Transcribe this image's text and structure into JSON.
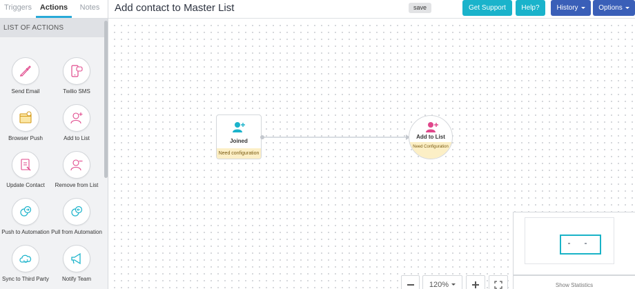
{
  "tabs": [
    {
      "label": "Triggers",
      "active": false
    },
    {
      "label": "Actions",
      "active": true
    },
    {
      "label": "Notes",
      "active": false
    }
  ],
  "sidebar": {
    "heading": "LIST OF ACTIONS",
    "actions": [
      {
        "label": "Send Email",
        "icon": "send-email-icon"
      },
      {
        "label": "Twilio SMS",
        "icon": "twilio-sms-icon"
      },
      {
        "label": "Browser Push",
        "icon": "browser-push-icon"
      },
      {
        "label": "Add to List",
        "icon": "add-to-list-icon"
      },
      {
        "label": "Update Contact",
        "icon": "update-contact-icon"
      },
      {
        "label": "Remove from List",
        "icon": "remove-from-list-icon"
      },
      {
        "label": "Push to Automation",
        "icon": "push-to-automation-icon"
      },
      {
        "label": "Pull from Automation",
        "icon": "pull-from-automation-icon"
      },
      {
        "label": "Sync to Third Party",
        "icon": "sync-to-third-party-icon"
      },
      {
        "label": "Notify Team",
        "icon": "notify-team-icon"
      }
    ]
  },
  "header": {
    "title": "Add contact to Master List",
    "save_label": "save",
    "buttons": {
      "support": "Get Support",
      "help": "Help?",
      "history": "History",
      "options": "Options"
    }
  },
  "workflow": {
    "nodes": [
      {
        "label": "Joined",
        "status": "Need configuration",
        "icon": "user-add-icon"
      },
      {
        "label": "Add to List",
        "status": "Need Configuration",
        "icon": "user-add-icon"
      }
    ]
  },
  "toolbar": {
    "zoom_out": "−",
    "zoom_level": "120%",
    "zoom_in": "+",
    "show_statistics": "Show Statistics"
  },
  "colors": {
    "teal": "#1ab3cb",
    "blue": "#3a5fb8",
    "pink": "#e0478b",
    "warning_bg": "#fcefc6"
  }
}
